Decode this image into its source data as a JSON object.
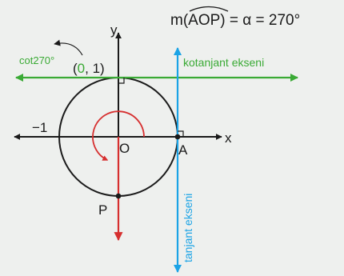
{
  "title": {
    "prefix": "m(",
    "arc": "AOP",
    "suffix": ") = α = 270°"
  },
  "labels": {
    "y_axis": "y",
    "x_axis": "x",
    "origin": "O",
    "point_a": "A",
    "point_p": "P",
    "minus_one": "−1",
    "coord_open": "(",
    "coord_zero": "0",
    "coord_rest": ", 1)",
    "cot_value": "cot270°",
    "cotangent_axis": "kotanjant ekseni",
    "tangent_axis": "tanjant ekseni"
  },
  "colors": {
    "black": "#1a1a1a",
    "green": "#3aaa35",
    "blue": "#1aa3e6",
    "red": "#d62f2f",
    "background": "#eef0ee"
  }
}
